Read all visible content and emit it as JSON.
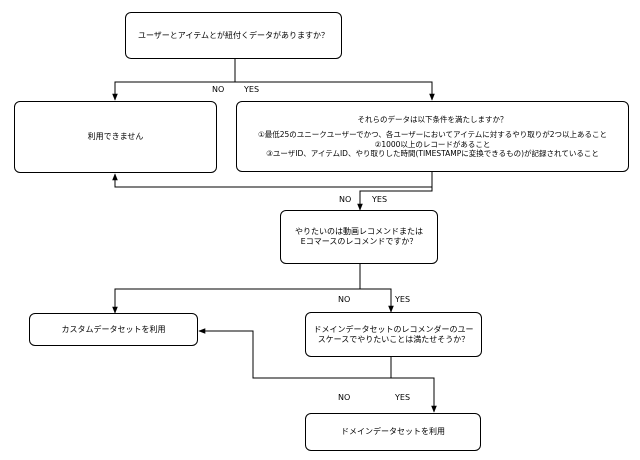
{
  "nodes": {
    "q1": {
      "lines": [
        "ユーザーとアイテムとが紐付くデータがありますか？"
      ]
    },
    "unusable": {
      "lines": [
        "利用できません"
      ]
    },
    "q2": {
      "title": "それらのデータは以下条件を満たしますか？",
      "conditions": [
        "①最低25のユニークユーザーでかつ、各ユーザーにおいてアイテムに対するやり取りが2つ以上あること",
        "②1000以上のレコードがあること",
        "③ユーザID、アイテムID、やり取りした時間(TIMESTAMPに変換できるもの)が記録されていること"
      ]
    },
    "q3": {
      "lines": [
        "やりたいのは動画レコメンドまたは",
        "Eコマースのレコメンドですか？"
      ]
    },
    "custom": {
      "lines": [
        "カスタムデータセットを利用"
      ]
    },
    "q4": {
      "lines": [
        "ドメインデータセットのレコメンダーのユー",
        "スケースでやりたいことは満たせそうか？"
      ]
    },
    "domain": {
      "lines": [
        "ドメインデータセットを利用"
      ]
    }
  },
  "edge_labels": {
    "no": "NO",
    "yes": "YES"
  }
}
